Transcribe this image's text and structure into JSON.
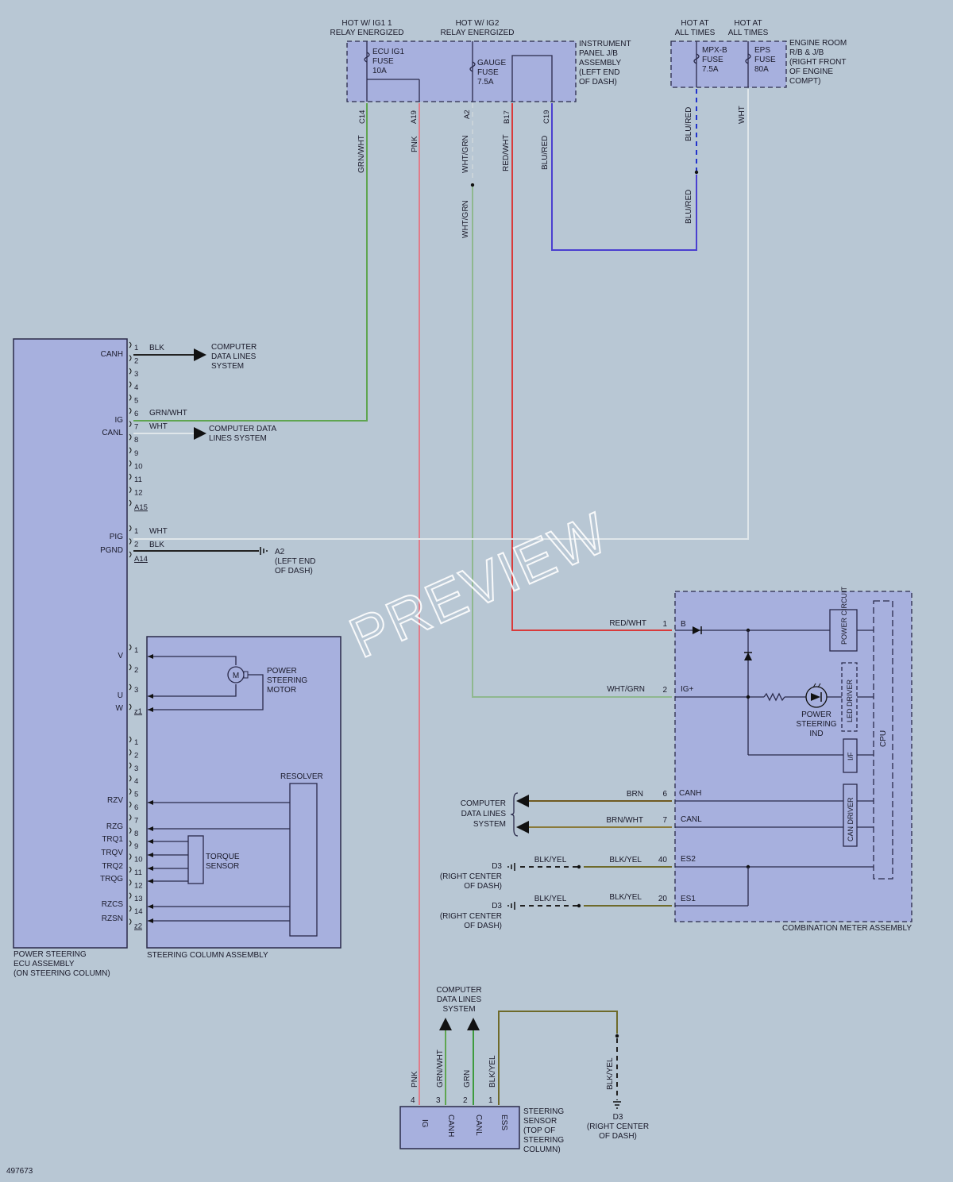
{
  "diagram_id": "497673",
  "watermark": "PREVIEW",
  "top": {
    "relay1": [
      "HOT W/ IG1 1",
      "RELAY ENERGIZED"
    ],
    "relay2": [
      "HOT W/ IG2",
      "RELAY ENERGIZED"
    ],
    "hot1": [
      "HOT AT",
      "ALL TIMES"
    ],
    "hot2": [
      "HOT AT",
      "ALL TIMES"
    ],
    "ecu_fuse": [
      "ECU IG1",
      "FUSE",
      "10A"
    ],
    "gauge_fuse": [
      "GAUGE",
      "FUSE",
      "7.5A"
    ],
    "mpx_fuse": [
      "MPX-B",
      "FUSE",
      "7.5A"
    ],
    "eps_fuse": [
      "EPS",
      "FUSE",
      "80A"
    ],
    "ip_jb": [
      "INSTRUMENT",
      "PANEL J/B",
      "ASSEMBLY",
      "(LEFT END",
      "OF DASH)"
    ],
    "er_jb": [
      "ENGINE ROOM",
      "R/B & J/B",
      "(RIGHT FRONT",
      "OF ENGINE",
      "COMPT)"
    ],
    "pins": [
      "C14",
      "A19",
      "A2",
      "B17",
      "C19"
    ],
    "wires": [
      "GRN/WHT",
      "PNK",
      "WHT/GRN",
      "WHT/GRN",
      "RED/WHT",
      "BLU/RED",
      "BLU/RED",
      "BLU/RED",
      "WHT"
    ]
  },
  "ecu": {
    "title": [
      "POWER STEERING",
      "ECU ASSEMBLY",
      "(ON STEERING COLUMN)"
    ],
    "pin_labels": [
      "CANH",
      "IG",
      "CANL",
      "PIG",
      "PGND",
      "V",
      "U",
      "W",
      "RZV",
      "RZG",
      "TRQ1",
      "TRQV",
      "TRQ2",
      "TRQG",
      "RZCS",
      "RZSN"
    ],
    "connA15": [
      "1",
      "2",
      "3",
      "4",
      "5",
      "6",
      "7",
      "8",
      "9",
      "10",
      "11",
      "12",
      "A15"
    ],
    "connA14": [
      "1",
      "2",
      "A14"
    ],
    "connZ1": [
      "1",
      "2",
      "3",
      "z1"
    ],
    "connZ2": [
      "1",
      "2",
      "3",
      "4",
      "5",
      "6",
      "7",
      "8",
      "9",
      "10",
      "11",
      "12",
      "13",
      "14",
      "z2"
    ],
    "wire_canh": "BLK",
    "wire_ig": "GRN/WHT",
    "wire_canl": "WHT",
    "wire_pig": "WHT",
    "wire_pgnd": "BLK",
    "cdl1": [
      "COMPUTER",
      "DATA LINES",
      "SYSTEM"
    ],
    "cdl2": [
      "COMPUTER DATA",
      "LINES SYSTEM"
    ],
    "ground_a2": [
      "A2",
      "(LEFT END",
      "OF DASH)"
    ]
  },
  "column": {
    "title": "STEERING COLUMN ASSEMBLY",
    "motor": [
      "POWER",
      "STEERING",
      "MOTOR"
    ],
    "motor_symbol": "M",
    "resolver": "RESOLVER",
    "torque": [
      "TORQUE",
      "SENSOR"
    ]
  },
  "meter": {
    "title": "COMBINATION METER ASSEMBLY",
    "pins": [
      "1",
      "2",
      "6",
      "7",
      "40",
      "20"
    ],
    "pin_labels": [
      "B",
      "IG+",
      "CANH",
      "CANL",
      "ES2",
      "ES1"
    ],
    "wires": [
      "RED/WHT",
      "WHT/GRN",
      "BRN",
      "BRN/WHT",
      "BLK/YEL",
      "BLK/YEL"
    ],
    "blocks": [
      "POWER CIRCUIT",
      "LED DRIVER",
      "I/F",
      "CAN DRIVER",
      "CPU"
    ],
    "indicator": [
      "POWER",
      "STEERING",
      "IND"
    ],
    "cdl": [
      "COMPUTER",
      "DATA LINES",
      "SYSTEM"
    ],
    "ground_wire": "BLK/YEL",
    "ground1": [
      "D3",
      "(RIGHT CENTER",
      "OF DASH)"
    ],
    "ground2": [
      "D3",
      "(RIGHT CENTER",
      "OF DASH)"
    ]
  },
  "sensor": {
    "title": [
      "STEERING",
      "SENSOR",
      "(TOP OF",
      "STEERING",
      "COLUMN)"
    ],
    "pins": [
      "4",
      "3",
      "2",
      "1"
    ],
    "pin_labels": [
      "IG",
      "CANH",
      "CANL",
      "ESS"
    ],
    "wires": [
      "PNK",
      "GRN/WHT",
      "GRN",
      "BLK/YEL",
      "BLK/YEL"
    ],
    "cdl": [
      "COMPUTER",
      "DATA LINES",
      "SYSTEM"
    ],
    "ground": [
      "D3",
      "(RIGHT CENTER",
      "OF DASH)"
    ]
  },
  "colors": {
    "pnk": "#e07c8a",
    "red": "#d93a3a",
    "grn": "#3e9b3e",
    "grnwht": "#5fa550",
    "whtgrn": "#8fb88f",
    "wht": "#dfe6ea",
    "blured": "#4a3fd0",
    "blk": "#222222",
    "blkyel": "#6e6a2a",
    "brn": "#6f5a20"
  }
}
